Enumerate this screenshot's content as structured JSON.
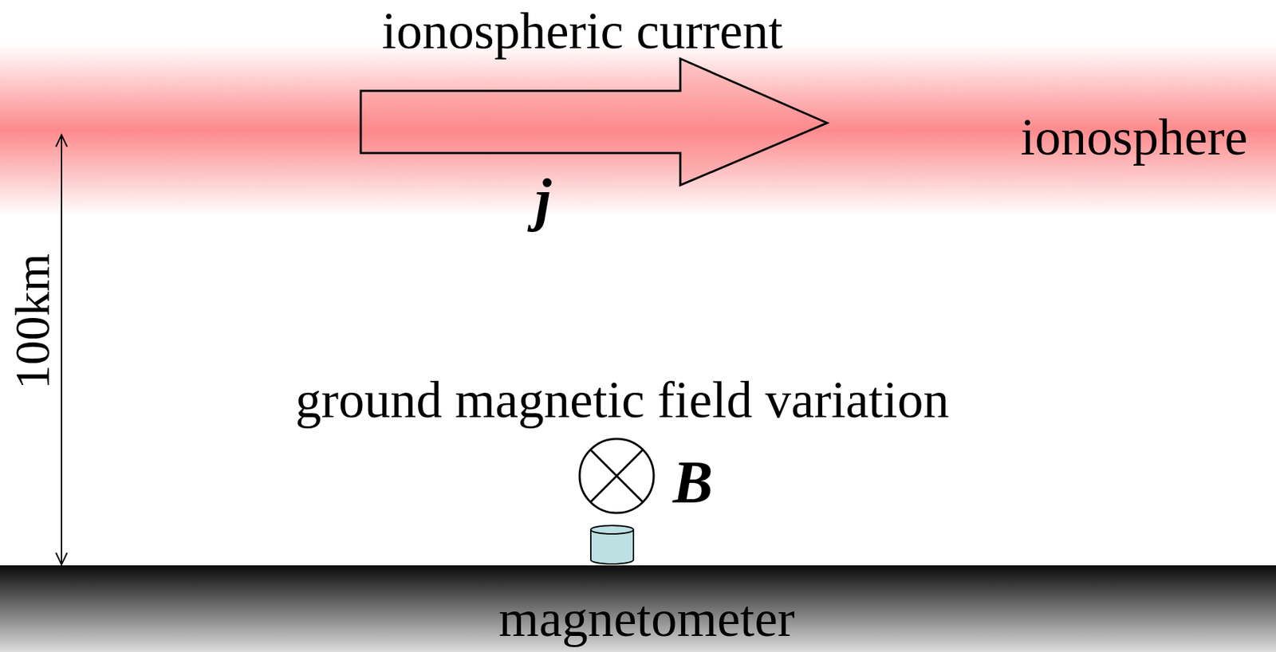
{
  "diagram": {
    "labels": [
      "ionospheric current",
      "j",
      "ionosphere",
      "100km",
      "ground magnetic field variation",
      "B",
      "magnetometer"
    ]
  }
}
